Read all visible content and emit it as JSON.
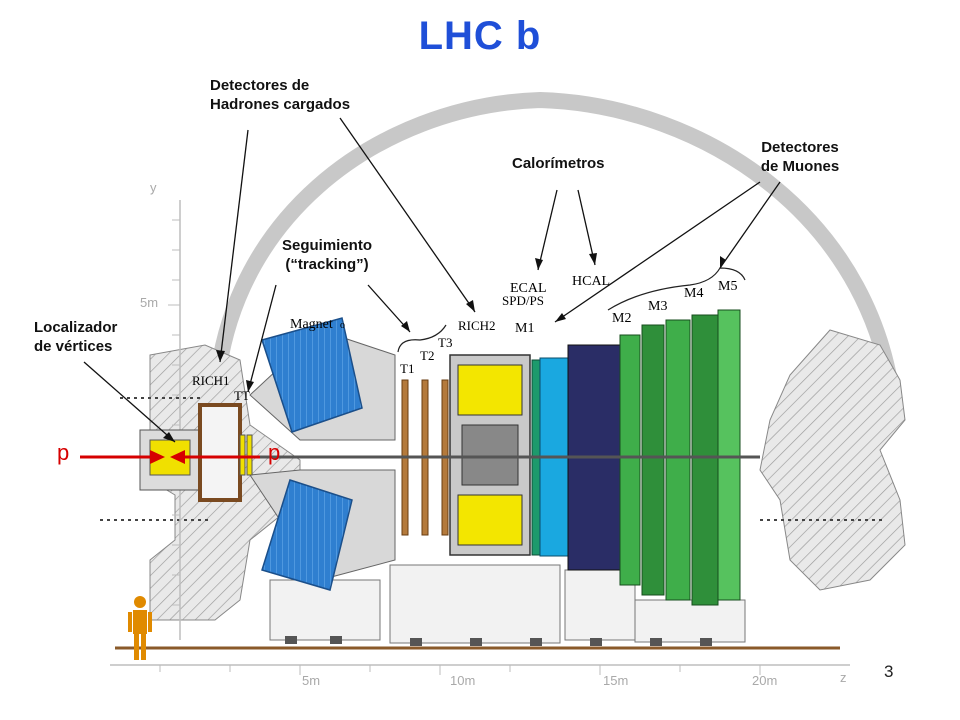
{
  "title": "LHC b",
  "annotations": {
    "hadron_detectors": "Detectores de\nHadrones cargados",
    "calorimeters": "Calorímetros",
    "muon_detectors": "Detectores\nde Muones",
    "tracking": "Seguimiento\n(“tracking”)",
    "vertex_locator": "Localizador\nde vértices"
  },
  "component_labels": {
    "magnet": "Magnet",
    "magnet_o": "o",
    "rich1": "RICH1",
    "tt": "TT",
    "rich2": "RICH2",
    "t1": "T1",
    "t2": "T2",
    "t3": "T3",
    "spd_ps": "SPD/PS",
    "ecal": "ECAL",
    "hcal": "HCAL",
    "m1": "M1",
    "m2": "M2",
    "m3": "M3",
    "m4": "M4",
    "m5": "M5"
  },
  "beam": {
    "left_label": "p",
    "right_label": "p"
  },
  "axes": {
    "y_label": "y",
    "y_tick": "5m",
    "z_label": "z",
    "z_ticks": [
      "5m",
      "10m",
      "15m",
      "20m"
    ]
  },
  "page_number": "3",
  "colors": {
    "title": "#1f4fd8",
    "beam": "#d60000",
    "magnet_blue": "#2f7fd0",
    "ecal_cyan": "#1aa8e0",
    "hcal_navy": "#2a2d66",
    "muon_green": "#2f8f3a",
    "rich_yellow": "#f3e600",
    "cavern_hatch": "#8a8a8a",
    "person": "#e08a00"
  }
}
